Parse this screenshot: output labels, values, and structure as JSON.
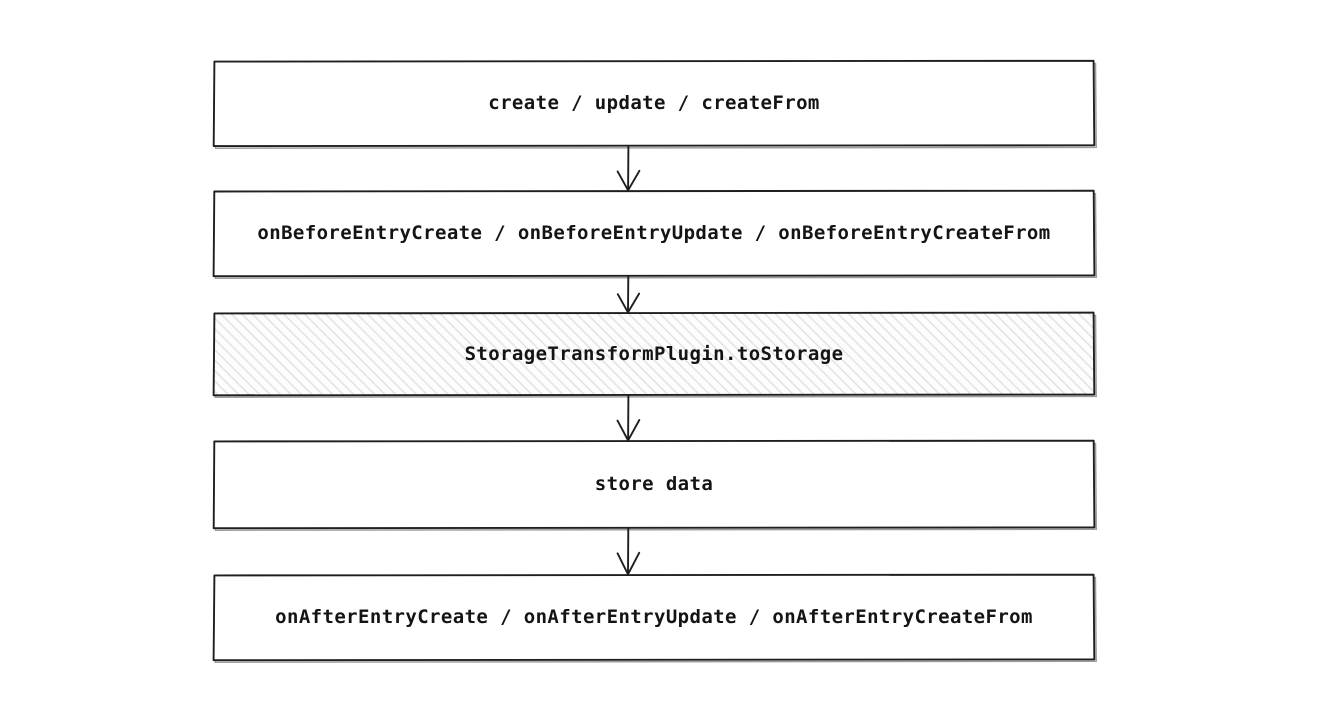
{
  "diagram": {
    "kind": "flowchart",
    "orientation": "top-to-bottom",
    "background_color": "#ffffff",
    "border_color": "#1f1f1f",
    "border_shadow_color": "#9a9a9a",
    "text_color": "#141414",
    "hatch_color": "#e4e4e4",
    "hatch_fill_background": "#fdfdfd",
    "arrow_color": "#1f1f1f",
    "nodes": [
      {
        "id": "n0",
        "label": "create / update / createFrom",
        "fill": "plain",
        "shape": "rectangle"
      },
      {
        "id": "n1",
        "label": "onBeforeEntryCreate / onBeforeEntryUpdate / onBeforeEntryCreateFrom",
        "fill": "plain",
        "shape": "rectangle"
      },
      {
        "id": "n2",
        "label": "StorageTransformPlugin.toStorage",
        "fill": "hatched",
        "shape": "rectangle"
      },
      {
        "id": "n3",
        "label": "store data",
        "fill": "plain",
        "shape": "rectangle"
      },
      {
        "id": "n4",
        "label": "onAfterEntryCreate / onAfterEntryUpdate / onAfterEntryCreateFrom",
        "fill": "plain",
        "shape": "rectangle"
      }
    ],
    "edges": [
      {
        "id": "e0",
        "from": "n0",
        "to": "n1",
        "style": "arrow-down"
      },
      {
        "id": "e1",
        "from": "n1",
        "to": "n2",
        "style": "arrow-down"
      },
      {
        "id": "e2",
        "from": "n2",
        "to": "n3",
        "style": "arrow-down"
      },
      {
        "id": "e3",
        "from": "n3",
        "to": "n4",
        "style": "arrow-down"
      }
    ]
  }
}
